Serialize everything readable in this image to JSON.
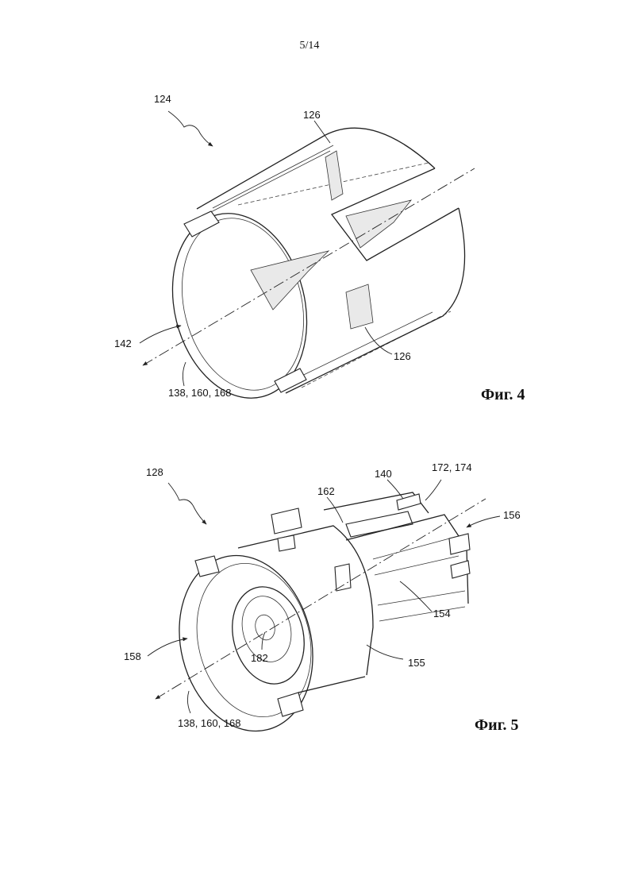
{
  "page_number": "5/14",
  "figure_4": {
    "caption": "Фиг. 4",
    "labels": {
      "l124": "124",
      "l126_top": "126",
      "l126_bottom": "126",
      "l142": "142",
      "l_axis": "138, 160, 168"
    }
  },
  "figure_5": {
    "caption": "Фиг. 5",
    "labels": {
      "l128": "128",
      "l162": "162",
      "l140": "140",
      "l172": "172, 174",
      "l156": "156",
      "l154": "154",
      "l158": "158",
      "l182": "182",
      "l155": "155",
      "l_axis": "138, 160, 168"
    }
  }
}
